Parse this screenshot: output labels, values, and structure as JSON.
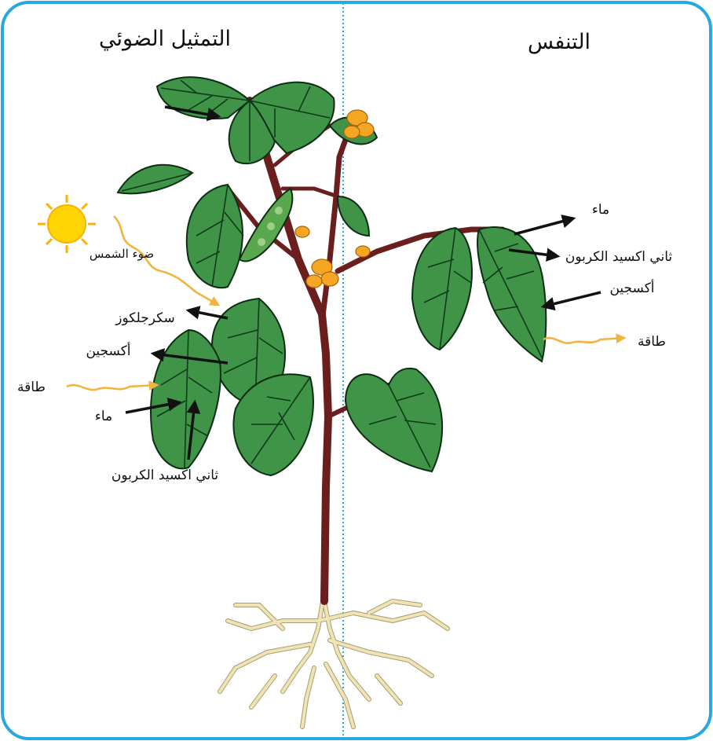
{
  "titles": {
    "photosynthesis": "التمثيل الضوئي",
    "respiration": "التنفس"
  },
  "photosynthesis_labels": {
    "sunlight": "ضوء الشمس",
    "glucose": "سكرجلكوز",
    "oxygen": "أكسجين",
    "energy": "طاقة",
    "water": "ماء",
    "carbon_dioxide": "ثاني اكسيد الكربون"
  },
  "respiration_labels": {
    "water": "ماء",
    "carbon_dioxide": "ثاني اكسيد الكربون",
    "oxygen": "أكسجين",
    "energy": "طاقة"
  },
  "colors": {
    "frame": "#2aa7df",
    "leaf": "#3f9448",
    "stem": "#6b1e1e",
    "sun": "#ffd400",
    "energy_wave": "#f2b440",
    "roots": "#f0e3b6",
    "flower": "#f5a623"
  }
}
